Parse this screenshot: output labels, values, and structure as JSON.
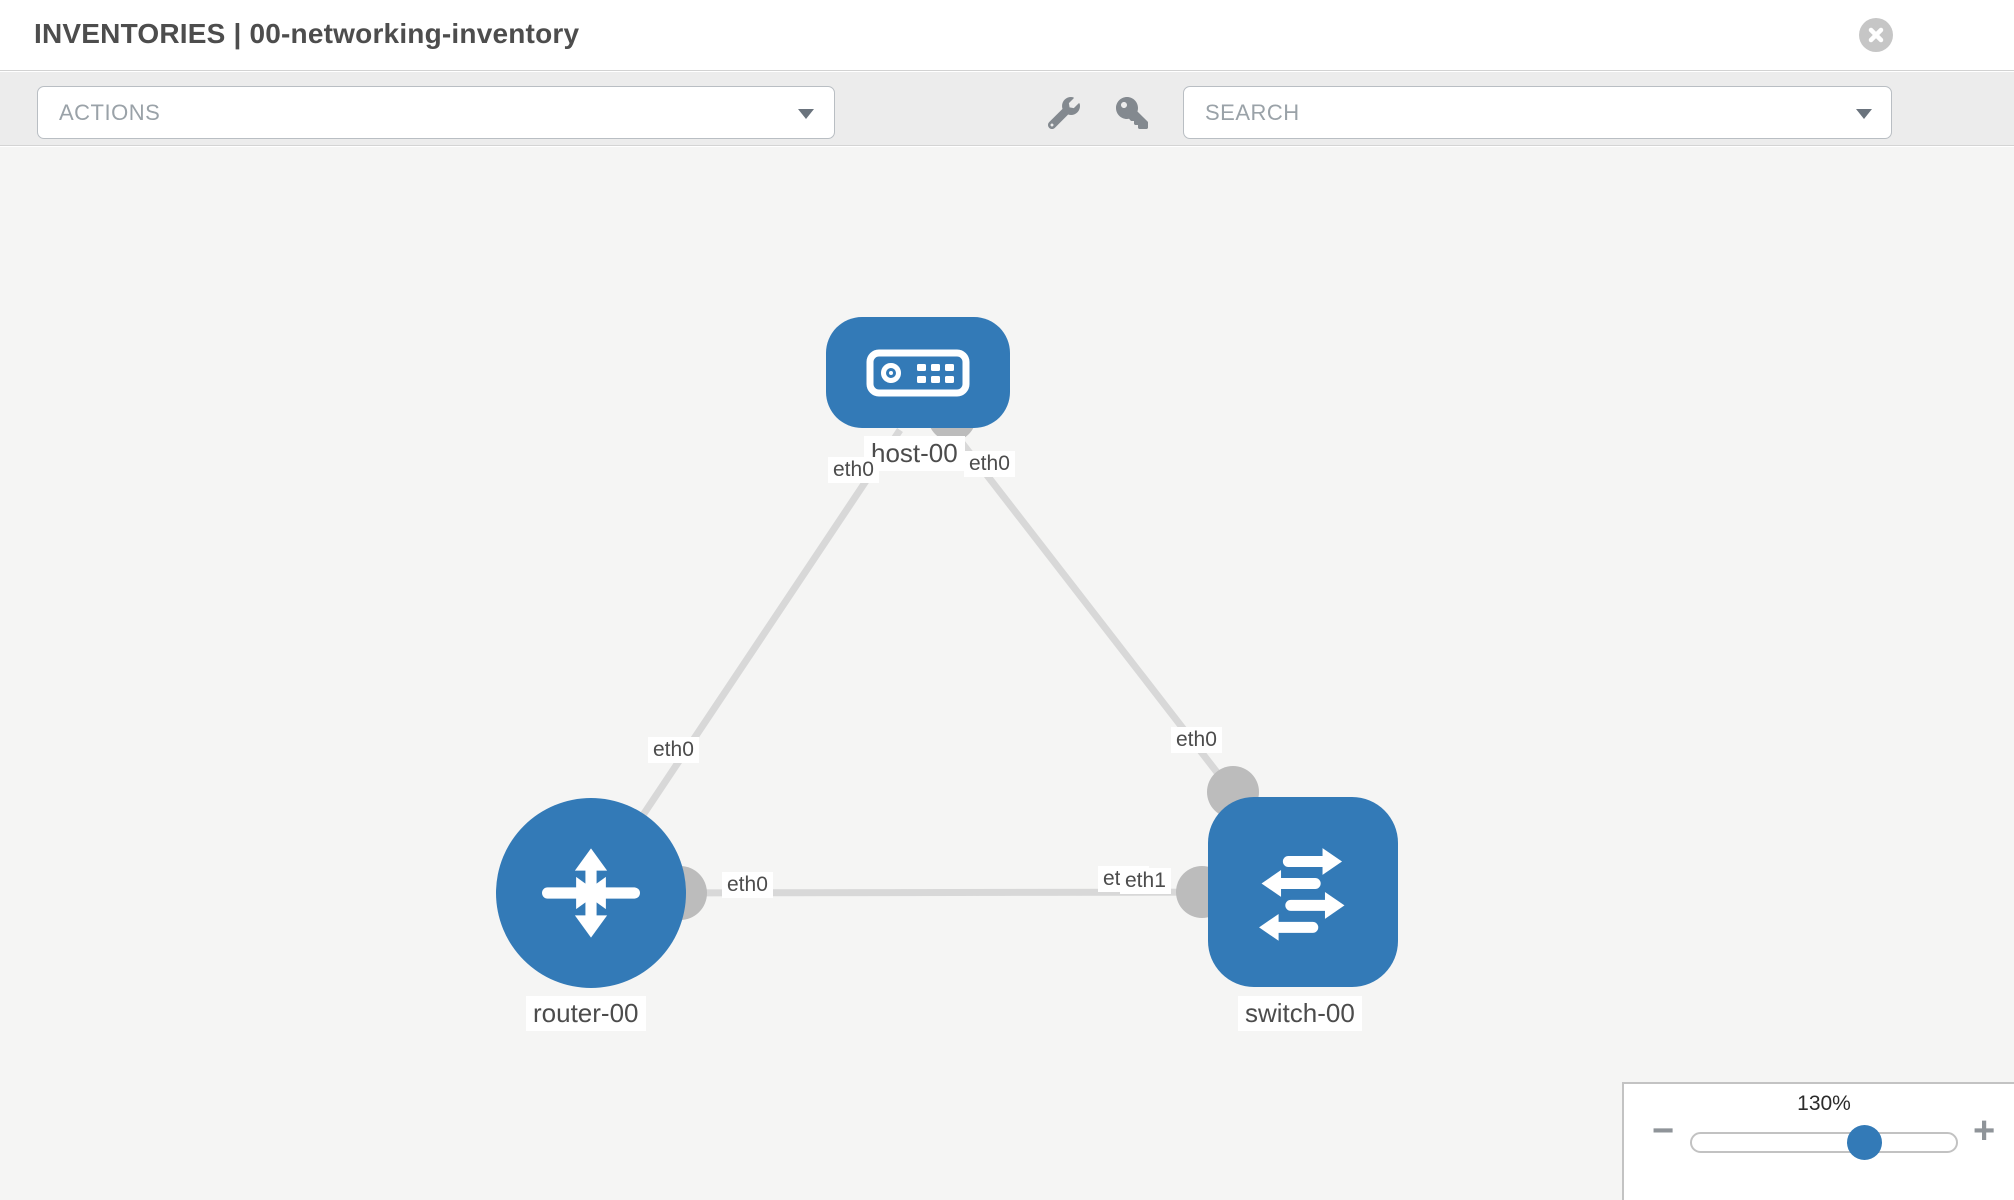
{
  "header": {
    "title": "INVENTORIES | 00-networking-inventory"
  },
  "toolbar": {
    "actions_label": "ACTIONS",
    "search_placeholder": "SEARCH"
  },
  "graph": {
    "nodes": [
      {
        "label": "host-00",
        "type": "host"
      },
      {
        "label": "router-00",
        "type": "router"
      },
      {
        "label": "switch-00",
        "type": "switch"
      }
    ],
    "links": [
      {
        "from": "host-00",
        "from_if": "eth0",
        "to": "router-00",
        "to_if": "eth0"
      },
      {
        "from": "host-00",
        "from_if": "eth0",
        "to": "switch-00",
        "to_if": "eth0"
      },
      {
        "from": "router-00",
        "from_if": "eth0",
        "to": "switch-00",
        "to_if": "eth1"
      }
    ],
    "switch_occluded_if_label": "eth0"
  },
  "zoom_control": {
    "level": "130%",
    "minus_label": "−",
    "plus_label": "+"
  },
  "colors": {
    "node_blue": "#337ab7",
    "link_gray": "#d8d8d8",
    "dot_gray": "#bcbcbc",
    "canvas_bg": "#f5f5f4"
  }
}
